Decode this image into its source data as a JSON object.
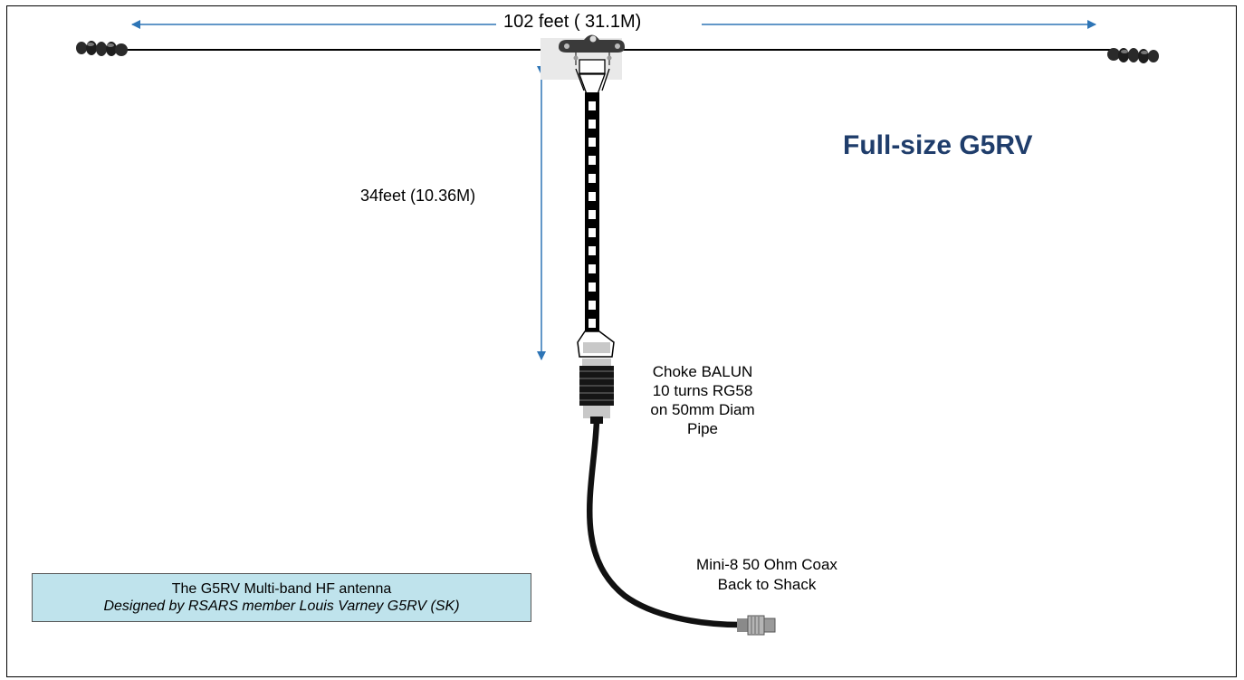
{
  "diagram": {
    "title": "Full-size G5RV",
    "span_label": "102 feet ( 31.1M)",
    "height_label": "34feet (10.36M)",
    "balun_lines": [
      "Choke BALUN",
      "10 turns RG58",
      "on 50mm Diam",
      "Pipe"
    ],
    "coax_lines": [
      "Mini-8 50 Ohm Coax",
      "Back to Shack"
    ],
    "credit_title": "The G5RV Multi-band HF antenna",
    "credit_subtitle": "Designed by RSARS member Louis Varney G5RV (SK)"
  },
  "colors": {
    "title": "#1f3d6b",
    "dimension_arrow": "#2e75b6",
    "credit_background": "#bfe3ec"
  }
}
